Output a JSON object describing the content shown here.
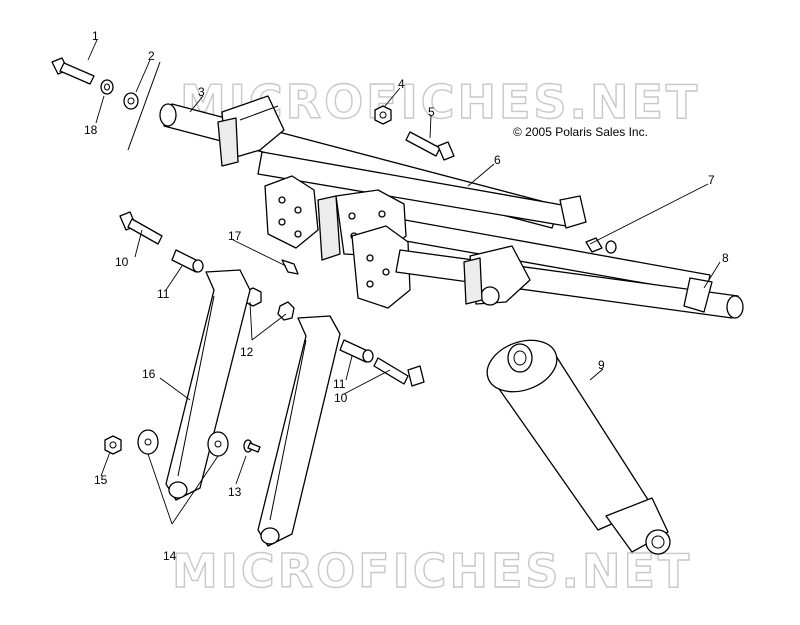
{
  "watermark": {
    "text": "MICROFICHES.NET",
    "color": "#c8c8c8"
  },
  "copyright": "© 2005 Polaris Sales Inc.",
  "callouts": [
    {
      "id": "1",
      "label": "1"
    },
    {
      "id": "2",
      "label": "2"
    },
    {
      "id": "3",
      "label": "3"
    },
    {
      "id": "4",
      "label": "4"
    },
    {
      "id": "5",
      "label": "5"
    },
    {
      "id": "6",
      "label": "6"
    },
    {
      "id": "7",
      "label": "7"
    },
    {
      "id": "8",
      "label": "8"
    },
    {
      "id": "9",
      "label": "9"
    },
    {
      "id": "10a",
      "label": "10"
    },
    {
      "id": "10b",
      "label": "10"
    },
    {
      "id": "11a",
      "label": "11"
    },
    {
      "id": "11b",
      "label": "11"
    },
    {
      "id": "12",
      "label": "12"
    },
    {
      "id": "13",
      "label": "13"
    },
    {
      "id": "14",
      "label": "14"
    },
    {
      "id": "15",
      "label": "15"
    },
    {
      "id": "16",
      "label": "16"
    },
    {
      "id": "17",
      "label": "17"
    },
    {
      "id": "18",
      "label": "18"
    }
  ]
}
